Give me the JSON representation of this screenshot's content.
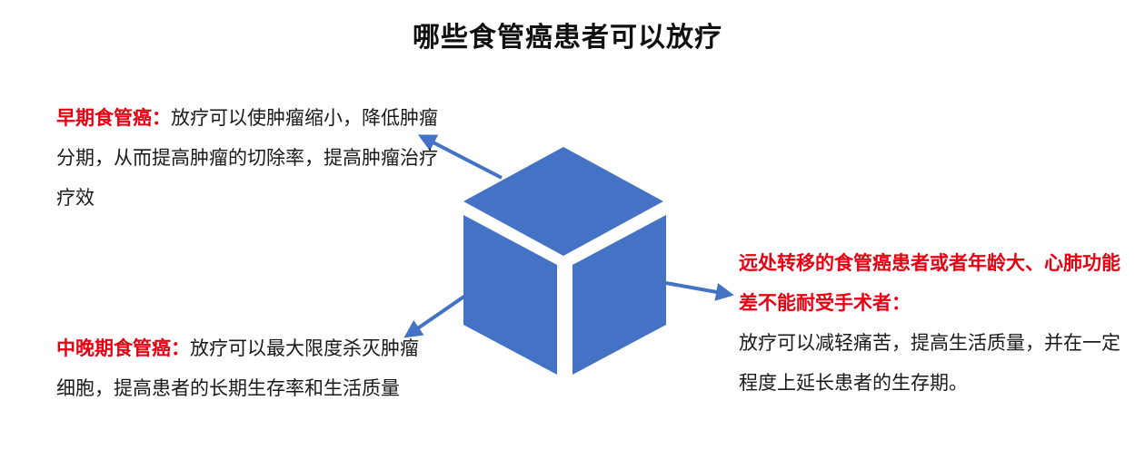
{
  "title": "哪些食管癌患者可以放疗",
  "colors": {
    "cube": "#4472c4",
    "arrow": "#4472c4",
    "label": "#e60012",
    "text": "#1a1a1a"
  },
  "items": [
    {
      "label": "早期食管癌：",
      "body": "放疗可以使肿瘤缩小，降低肿瘤分期，从而提高肿瘤的切除率，提高肿瘤治疗疗效"
    },
    {
      "label": "中晚期食管癌：",
      "body": "放疗可以最大限度杀灭肿瘤细胞，提高患者的长期生存率和生活质量"
    },
    {
      "label": "远处转移的食管癌患者或者年龄大、心肺功能差不能耐受手术者：",
      "body": "放疗可以减轻痛苦，提高生活质量，并在一定程度上延长患者的生存期。"
    }
  ]
}
